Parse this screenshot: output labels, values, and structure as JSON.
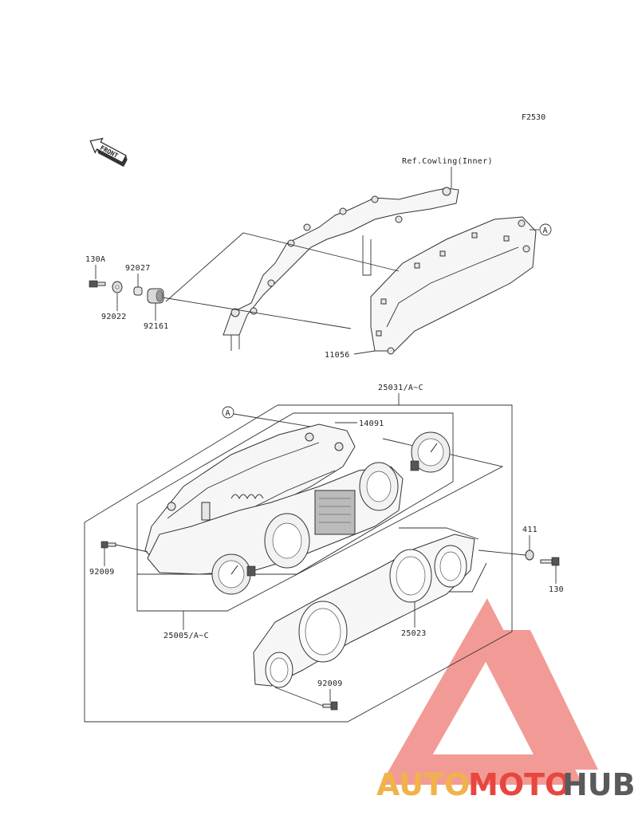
{
  "figure_code": "F2530",
  "front_arrow": {
    "label": "FRONT"
  },
  "reference_note": "Ref.Cowling(Inner)",
  "callout_marker": "A",
  "parts": {
    "bolt_130a": "130A",
    "collar_92027": "92027",
    "washer_92022": "92022",
    "damper_92161": "92161",
    "bracket_11056": "11056",
    "meter_assy_25031": "25031/A~C",
    "screw_14091": "14091",
    "meter_unit_25005": "25005/A~C",
    "screw_92009_left": "92009",
    "screw_92009_bottom": "92009",
    "washer_411": "411",
    "bolt_130": "130",
    "cover_25023": "25023"
  },
  "watermark": {
    "word_1": "AUTO",
    "word_2": "MOTO",
    "word_3": "HUB",
    "colors": {
      "auto": "#f0b34a",
      "moto": "#e8463e",
      "hub": "#5a5a5a",
      "logo": "#f08a84"
    }
  }
}
